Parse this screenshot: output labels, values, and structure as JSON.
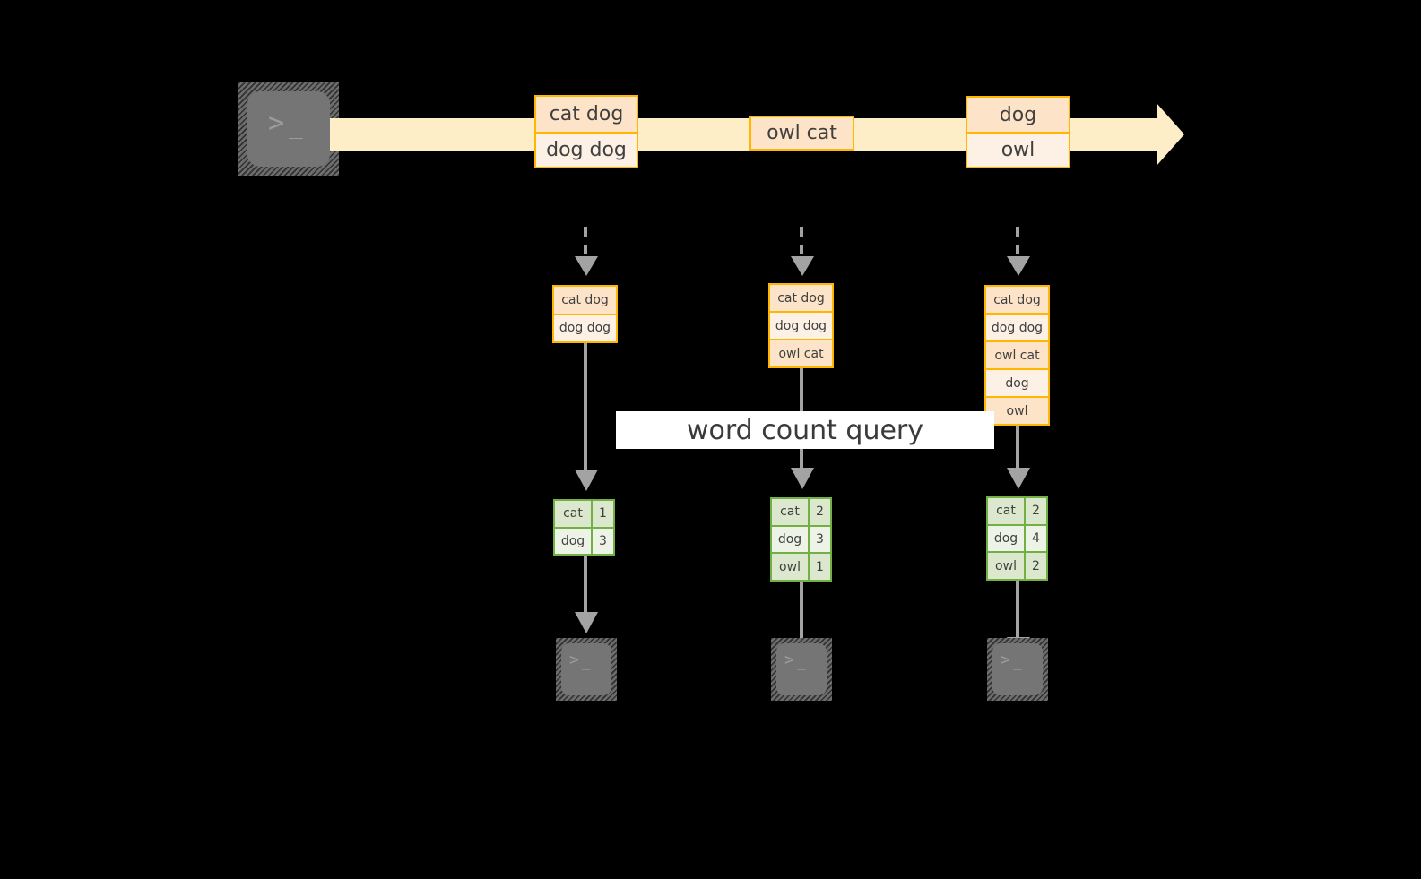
{
  "diagram": {
    "title": "word count query over an append-only record stream",
    "colors": {
      "background": "#000000",
      "stream_fill": "#fdeec8",
      "record_border": "#ffb600",
      "record_fill_dark": "#fde4c8",
      "record_fill_light": "#fdf0e4",
      "result_border": "#73b043",
      "result_fill_dark": "#dce8ce",
      "result_fill_light": "#eef3e8",
      "connector": "#a3a3a3",
      "terminal_plate": "#757575",
      "label_background": "#ffffff",
      "text": "#404040"
    }
  },
  "producer": {
    "icon": "terminal-icon",
    "prompt_glyph": ">",
    "cursor_glyph": "_"
  },
  "stream": {
    "direction": "left-to-right",
    "groups": [
      {
        "name": "stream-group-1",
        "records": [
          {
            "text": "cat dog",
            "shade": "dark"
          },
          {
            "text": "dog dog",
            "shade": "light"
          }
        ]
      },
      {
        "name": "stream-group-2",
        "records": [
          {
            "text": "owl cat",
            "shade": "dark"
          }
        ]
      },
      {
        "name": "stream-group-3",
        "records": [
          {
            "text": "dog",
            "shade": "dark"
          },
          {
            "text": "owl",
            "shade": "light"
          }
        ]
      }
    ]
  },
  "query": {
    "label": "word count query"
  },
  "snapshots": [
    {
      "name": "snapshot-1",
      "input_records": [
        {
          "text": "cat dog",
          "shade": "dark"
        },
        {
          "text": "dog dog",
          "shade": "light"
        }
      ],
      "result": {
        "rows": [
          {
            "key": "cat",
            "count": "1",
            "shade": "dark"
          },
          {
            "key": "dog",
            "count": "3",
            "shade": "light"
          }
        ]
      },
      "consumer": {
        "icon": "terminal-icon",
        "prompt_glyph": ">",
        "cursor_glyph": "_"
      }
    },
    {
      "name": "snapshot-2",
      "input_records": [
        {
          "text": "cat dog",
          "shade": "dark"
        },
        {
          "text": "dog dog",
          "shade": "light"
        },
        {
          "text": "owl cat",
          "shade": "dark"
        }
      ],
      "result": {
        "rows": [
          {
            "key": "cat",
            "count": "2",
            "shade": "dark"
          },
          {
            "key": "dog",
            "count": "3",
            "shade": "light"
          },
          {
            "key": "owl",
            "count": "1",
            "shade": "dark"
          }
        ]
      },
      "consumer": {
        "icon": "terminal-icon",
        "prompt_glyph": ">",
        "cursor_glyph": "_"
      }
    },
    {
      "name": "snapshot-3",
      "input_records": [
        {
          "text": "cat dog",
          "shade": "dark"
        },
        {
          "text": "dog dog",
          "shade": "light"
        },
        {
          "text": "owl cat",
          "shade": "dark"
        },
        {
          "text": "dog",
          "shade": "light"
        },
        {
          "text": "owl",
          "shade": "dark"
        }
      ],
      "result": {
        "rows": [
          {
            "key": "cat",
            "count": "2",
            "shade": "dark"
          },
          {
            "key": "dog",
            "count": "4",
            "shade": "light"
          },
          {
            "key": "owl",
            "count": "2",
            "shade": "dark"
          }
        ]
      },
      "consumer": {
        "icon": "terminal-icon",
        "prompt_glyph": ">",
        "cursor_glyph": "_"
      }
    }
  ]
}
